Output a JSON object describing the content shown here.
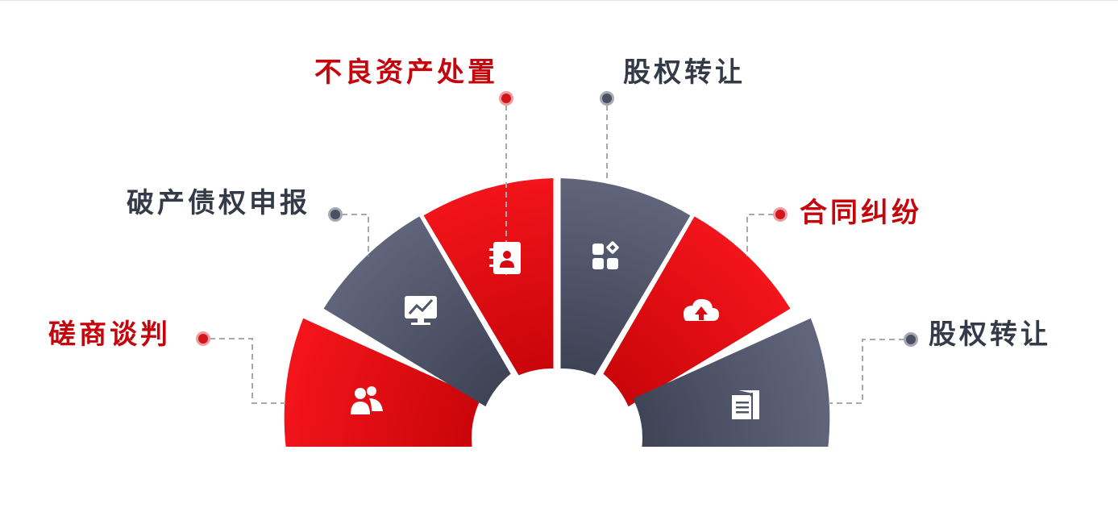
{
  "labels": {
    "negotiation": "磋商谈判",
    "bankruptcy_claims": "破产债权申报",
    "npa_disposal": "不良资产处置",
    "equity_transfer_1": "股权转让",
    "contract_dispute": "合同纠纷",
    "equity_transfer_2": "股权转让"
  },
  "segments": [
    {
      "key": "negotiation",
      "color": "red",
      "icon": "users-icon"
    },
    {
      "key": "bankruptcy_claims",
      "color": "gray",
      "icon": "monitor-chart-icon"
    },
    {
      "key": "npa_disposal",
      "color": "red",
      "icon": "contact-book-icon"
    },
    {
      "key": "equity_transfer_1",
      "color": "gray",
      "icon": "apps-grid-icon"
    },
    {
      "key": "contract_dispute",
      "color": "red",
      "icon": "cloud-upload-icon"
    },
    {
      "key": "equity_transfer_2",
      "color": "gray",
      "icon": "documents-icon"
    }
  ],
  "colors": {
    "red": "#e30d12",
    "red_dark": "#c70509",
    "gray": "#4f5469",
    "gray_light": "#5d6278",
    "connector": "#a9a9a9"
  }
}
